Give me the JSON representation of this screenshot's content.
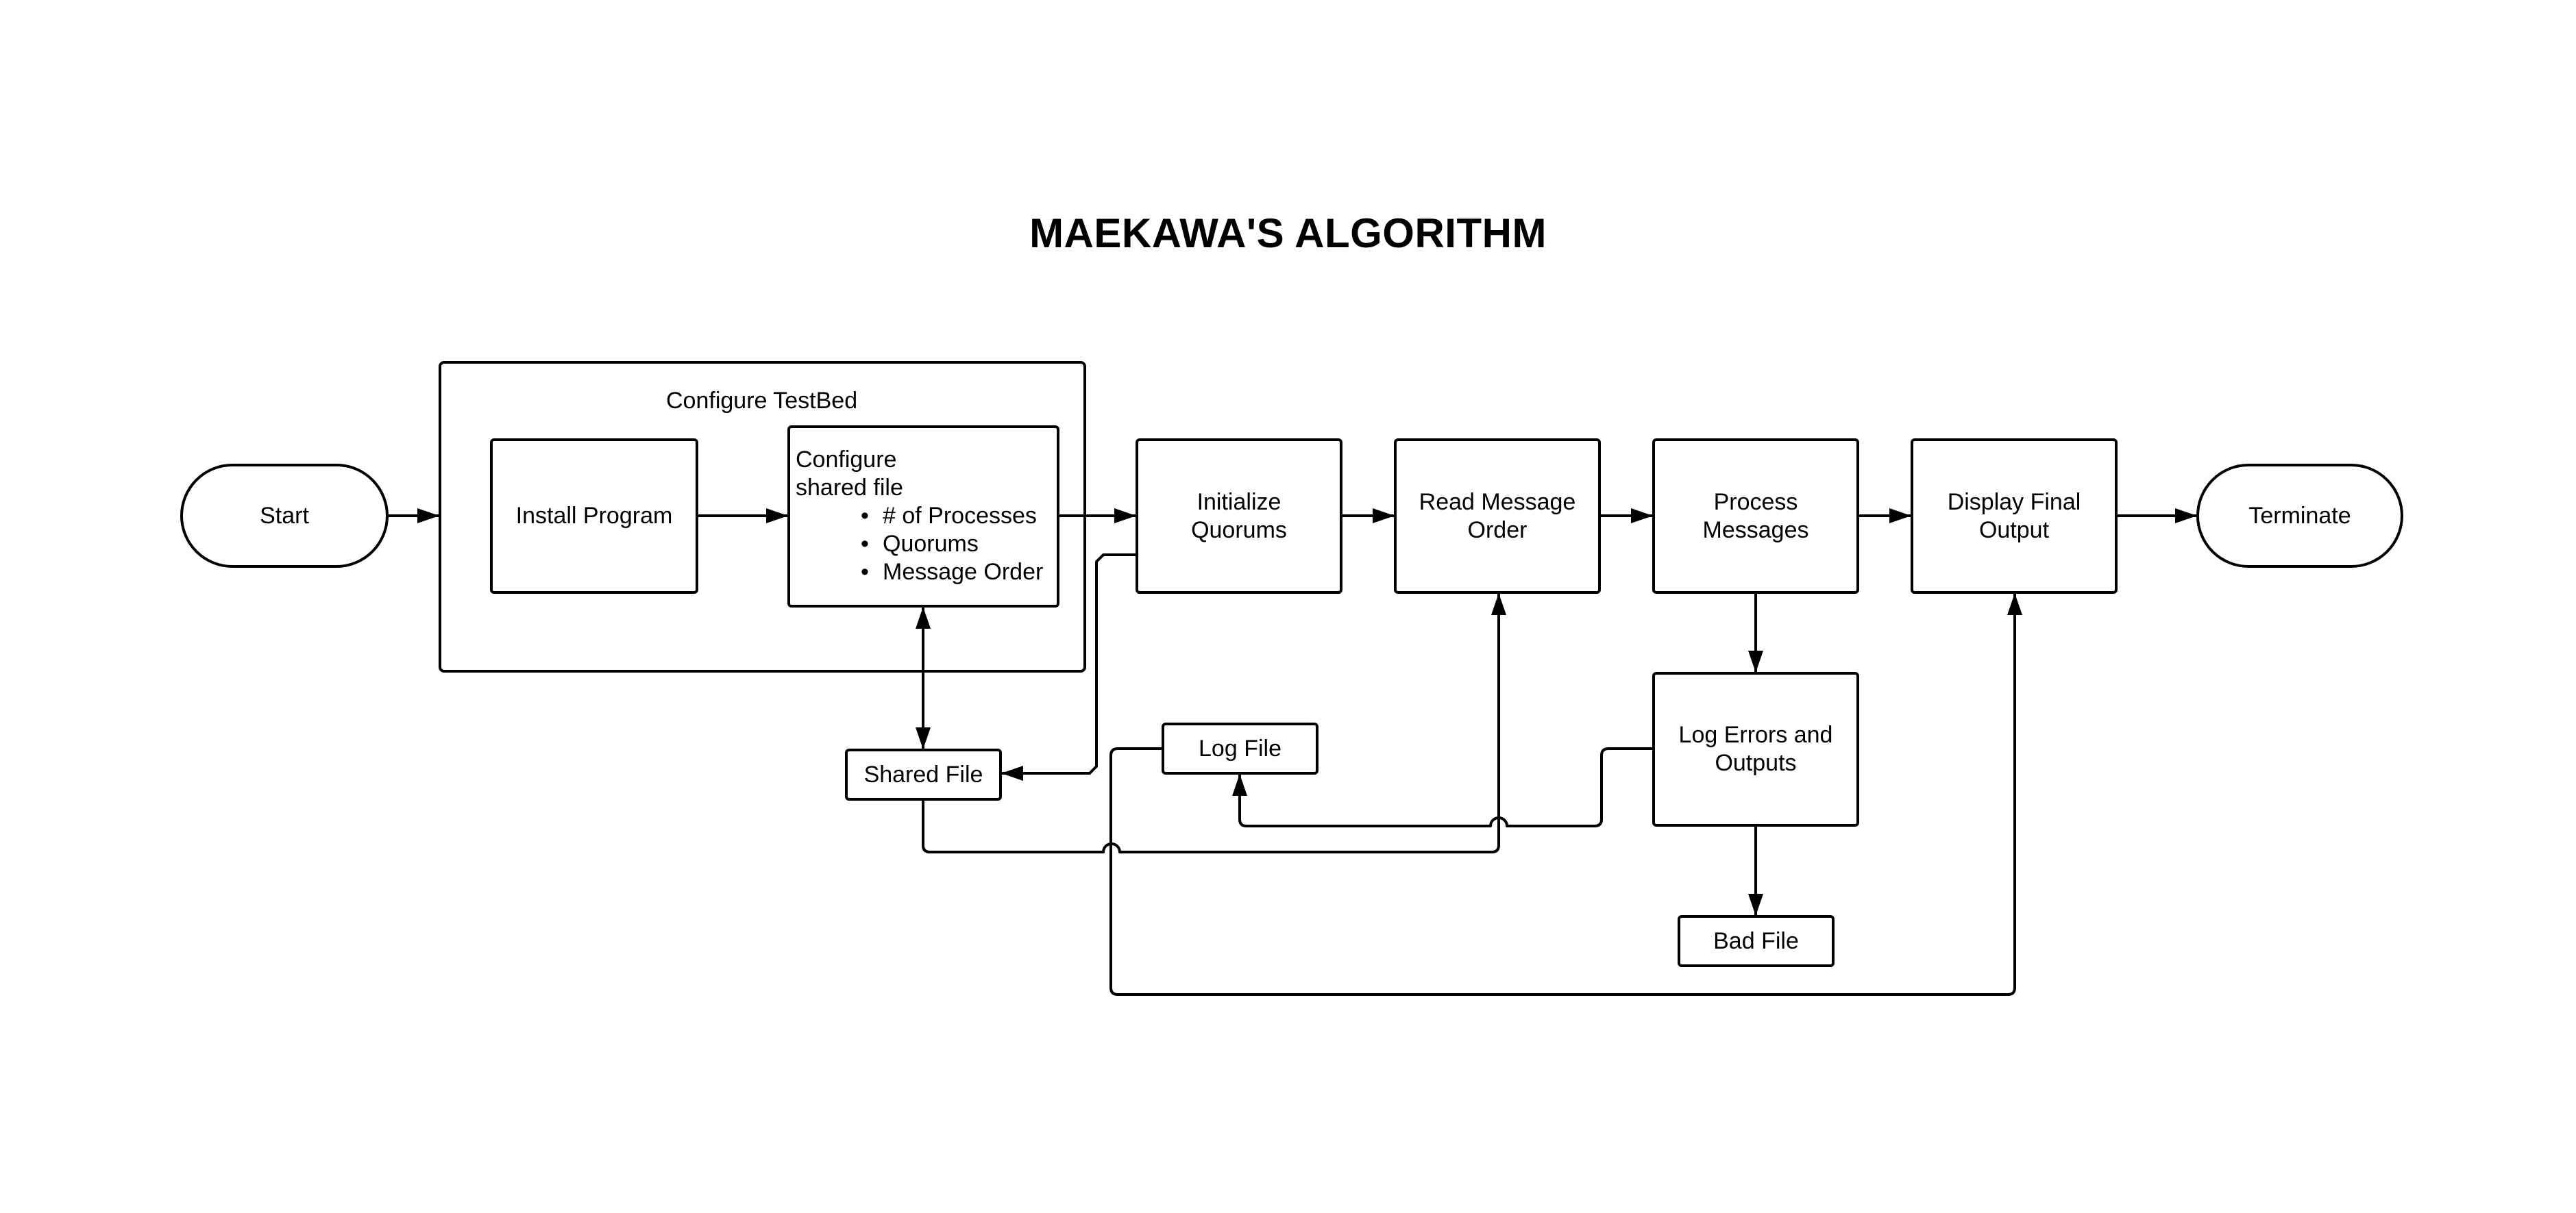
{
  "title": "MAEKAWA'S ALGORITHM",
  "group": {
    "label": "Configure TestBed"
  },
  "nodes": {
    "start": "Start",
    "install": "Install Program",
    "configure": {
      "line1": "Configure",
      "line2": "shared file",
      "bullets": [
        "# of Processes",
        "Quorums",
        "Message Order"
      ]
    },
    "init_quorums": "Initialize Quorums",
    "read_order": "Read Message Order",
    "process": "Process Messages",
    "display": "Display Final Output",
    "terminate": "Terminate",
    "shared_file": "Shared File",
    "log_file": "Log File",
    "log_errors": "Log Errors and Outputs",
    "bad_file": "Bad File"
  },
  "bullet_glyph": "•"
}
